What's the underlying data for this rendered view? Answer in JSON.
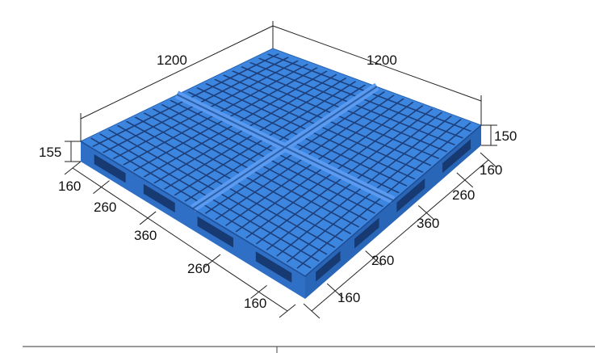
{
  "dimensions": {
    "top_left_length": "1200",
    "top_right_length": "1200",
    "left_height": "155",
    "right_height": "150",
    "left_side_segments": [
      "160",
      "260",
      "360",
      "260",
      "160"
    ],
    "right_side_segments": [
      "160",
      "260",
      "360",
      "260",
      "160"
    ]
  },
  "colors": {
    "pallet_top": "#3d86df",
    "pallet_side": "#2f6fc6",
    "pallet_dark": "#1d3f7c",
    "line": "#222222",
    "footer_line": "#9a9a9a"
  }
}
